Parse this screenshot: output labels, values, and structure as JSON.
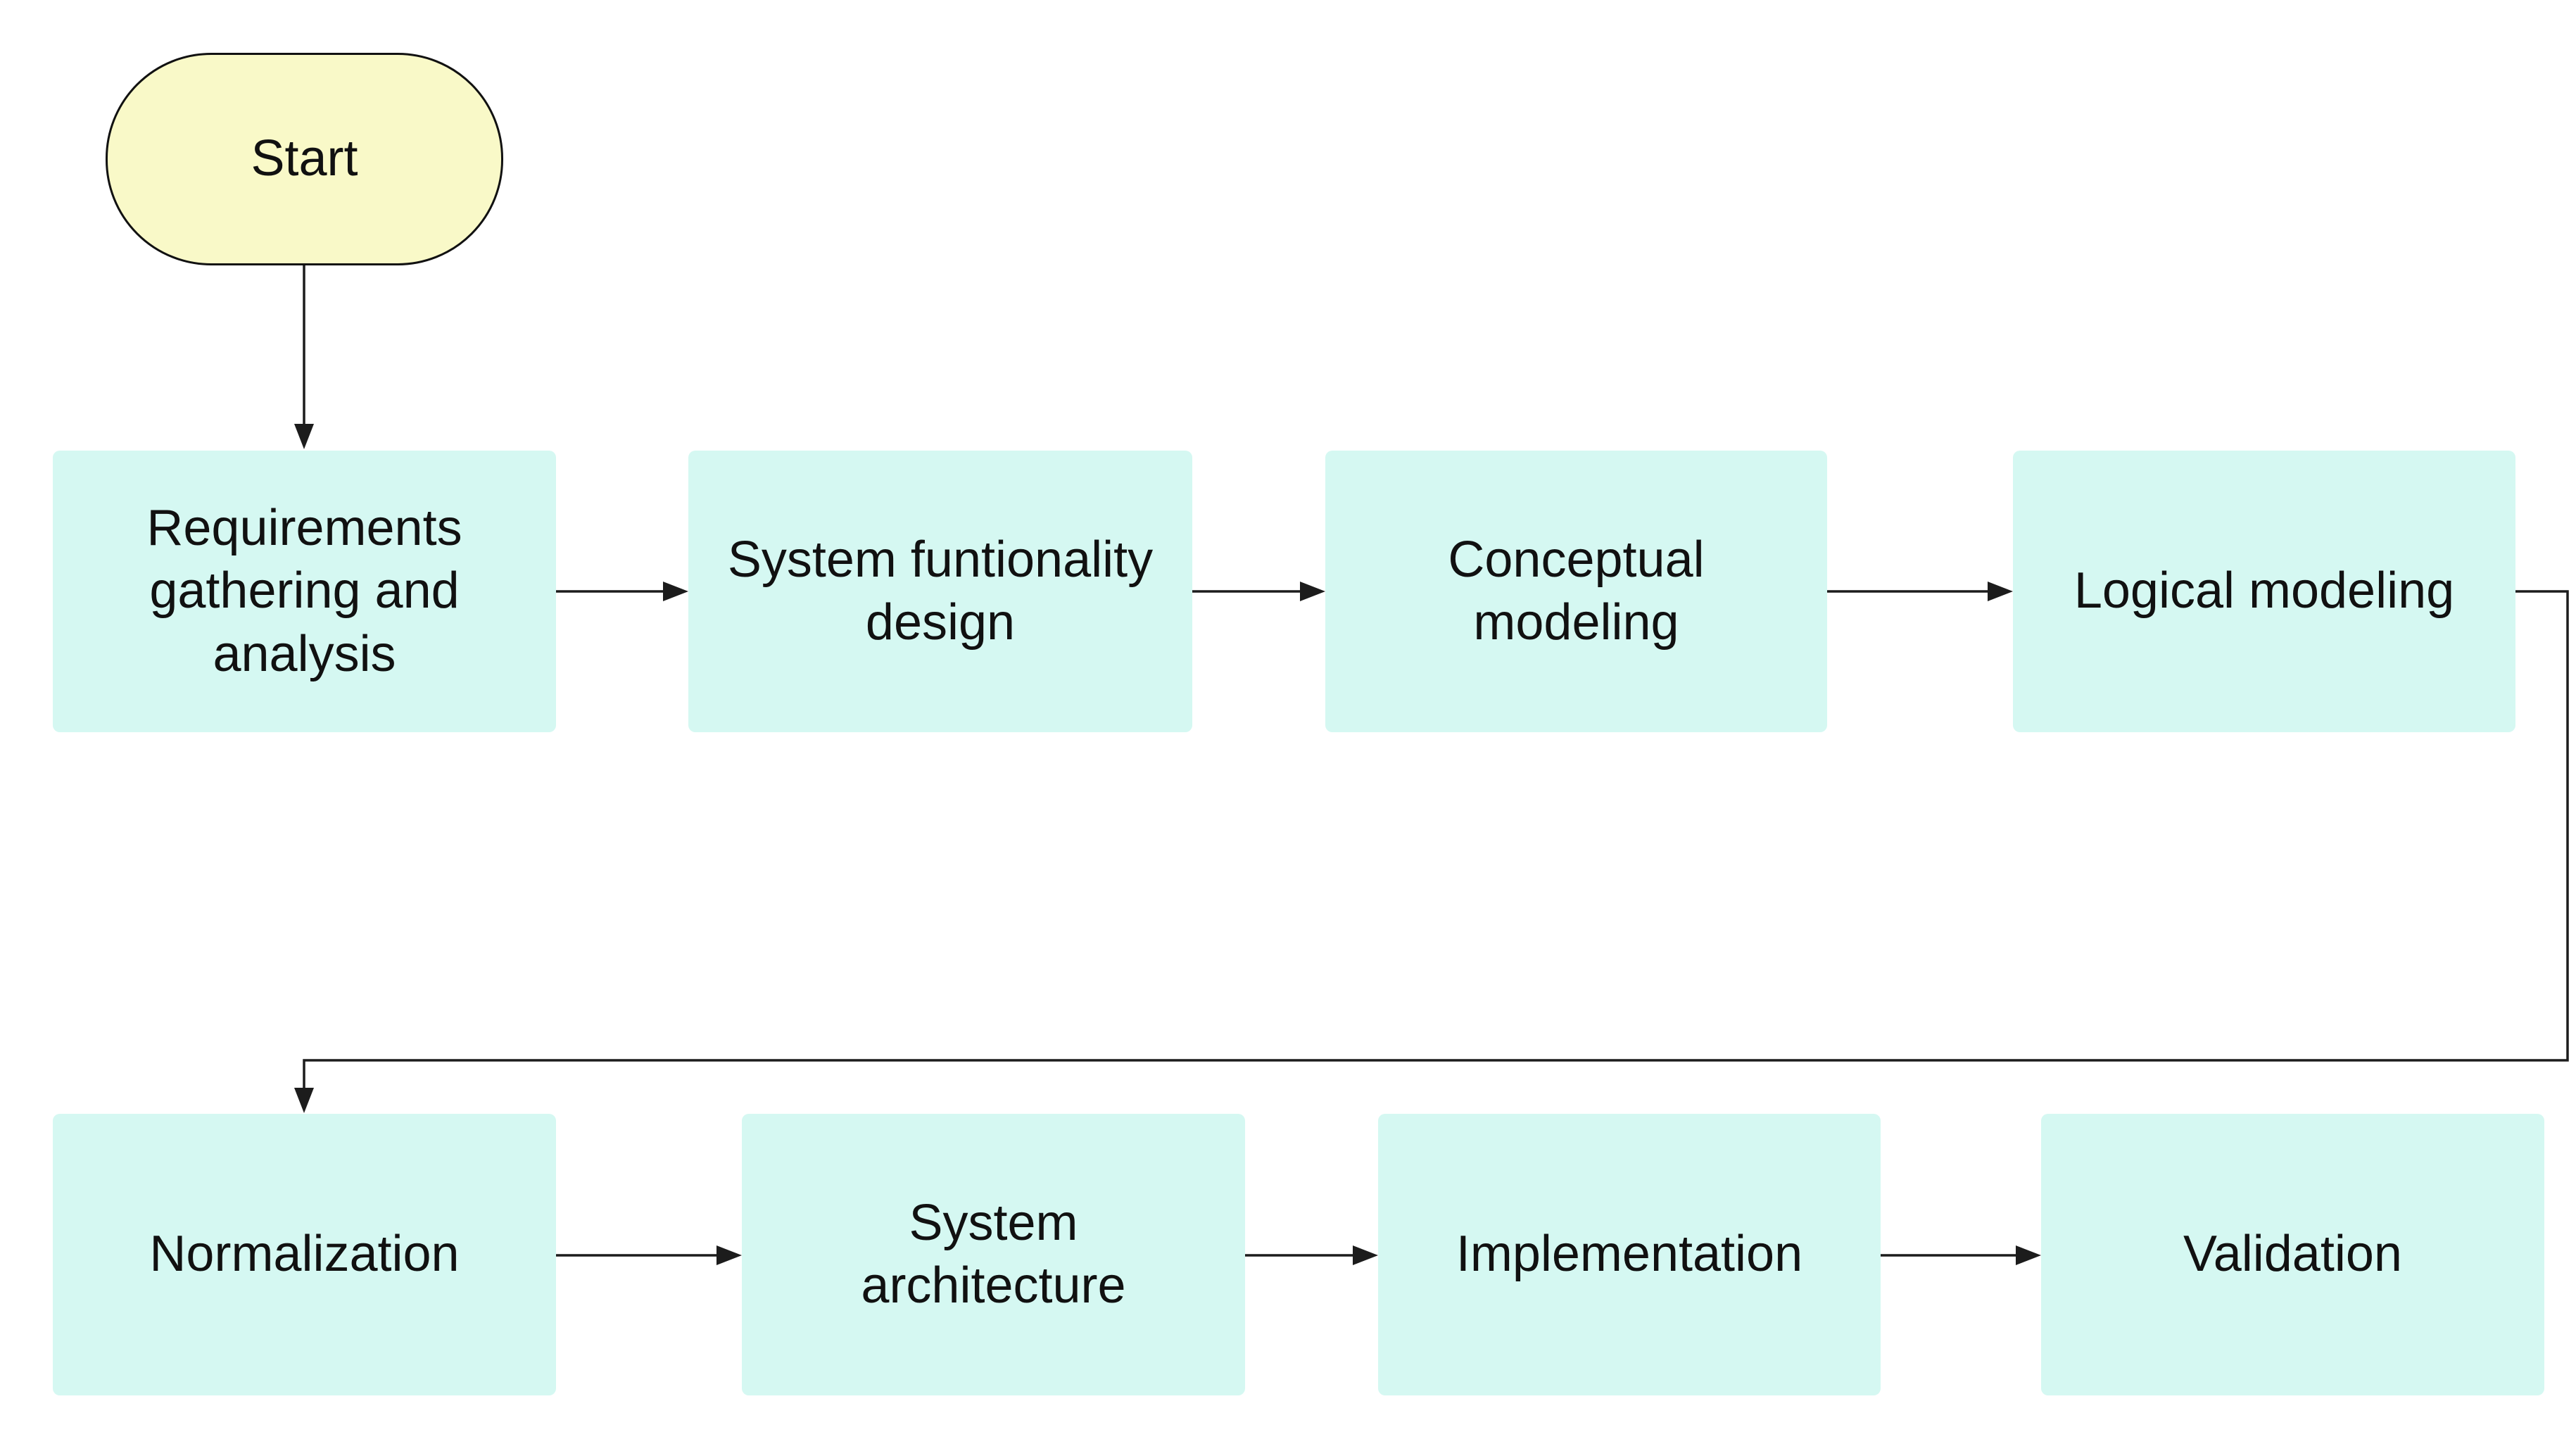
{
  "diagram": {
    "start": "Start",
    "steps": {
      "requirements": "Requirements\ngathering and\nanalysis",
      "functionality": "System funtionality\ndesign",
      "conceptual": "Conceptual\nmodeling",
      "logical": "Logical  modeling",
      "normalization": "Normalization",
      "architecture": "System\narchitecture",
      "implementation": "Implementation",
      "validation": "Validation"
    },
    "colors": {
      "process_fill": "#d5f8f2",
      "terminal_fill": "#f9f9c8",
      "line": "#1c1c1c"
    }
  }
}
